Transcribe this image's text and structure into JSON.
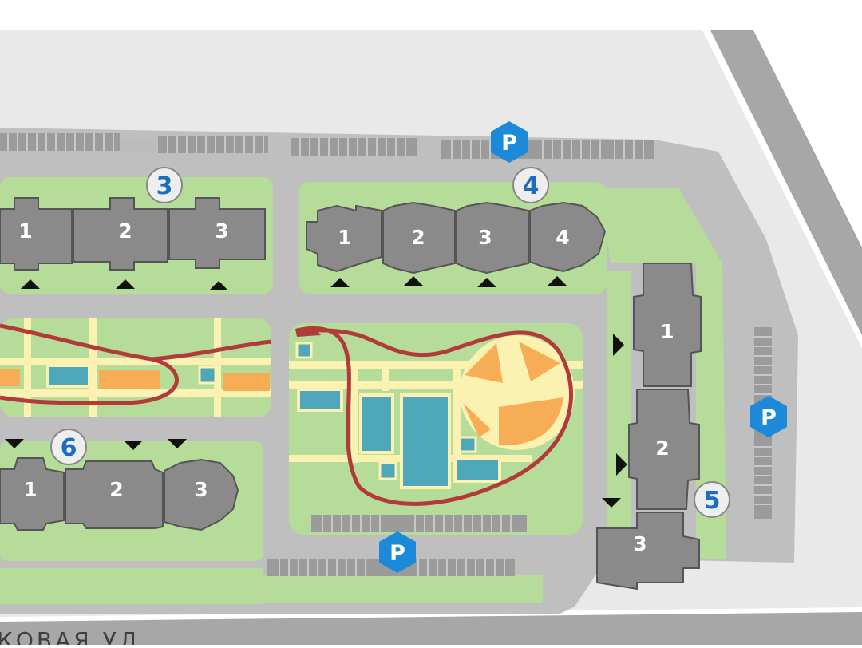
{
  "map": {
    "street_label": "КОВАЯ УЛ",
    "parking_label": "P",
    "complexes": [
      {
        "id": "3",
        "buildings": [
          "1",
          "2",
          "3"
        ]
      },
      {
        "id": "4",
        "buildings": [
          "1",
          "2",
          "3",
          "4"
        ]
      },
      {
        "id": "5",
        "buildings": [
          "1",
          "2",
          "3"
        ]
      },
      {
        "id": "6",
        "buildings": [
          "1",
          "2",
          "3"
        ]
      }
    ]
  },
  "colors": {
    "ground": "#e9e9e9",
    "road": "#bfbfbf",
    "road_dark": "#9d9d9d",
    "lawn": "#b5dc98",
    "building": "#8a8a8a",
    "path": "#fbf2b1",
    "pitch": "#f7ad55",
    "pool": "#4fa7bb",
    "track": "#b23a3a",
    "parking_blue": "#1c8ad8",
    "label_blue": "#1c6fc0"
  }
}
